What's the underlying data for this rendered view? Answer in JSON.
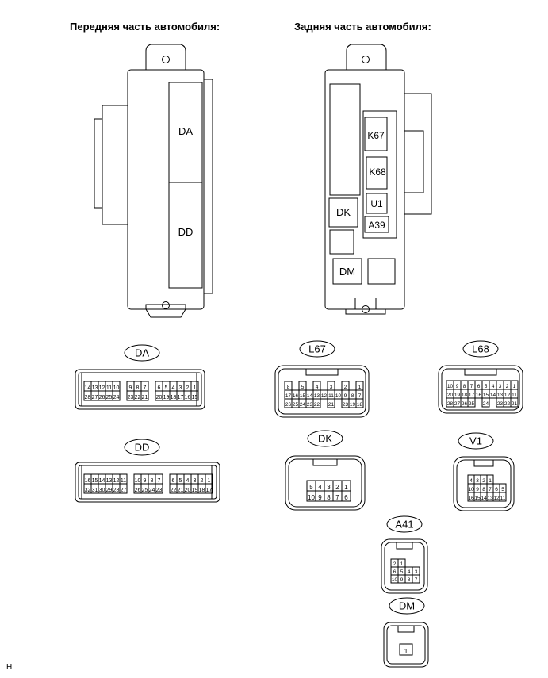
{
  "headings": {
    "front": "Передняя часть автомобиля:",
    "rear": "Задняя часть автомобиля:"
  },
  "front_block": {
    "sockets": [
      "DA",
      "DD"
    ]
  },
  "rear_block": {
    "sockets": [
      "K67",
      "K68",
      "U1",
      "A39",
      "DK",
      "DM"
    ]
  },
  "connectors": [
    {
      "id": "DA",
      "label": "DA",
      "rows": [
        [
          "14",
          "13",
          "12",
          "11",
          "10",
          "",
          "9",
          "8",
          "7",
          "",
          "6",
          "5",
          "4",
          "3",
          "2",
          "1"
        ],
        [
          "28",
          "27",
          "26",
          "25",
          "24",
          "",
          "23",
          "22",
          "21",
          "",
          "20",
          "19",
          "18",
          "17",
          "16",
          "15"
        ]
      ]
    },
    {
      "id": "DD",
      "label": "DD",
      "rows": [
        [
          "16",
          "15",
          "14",
          "13",
          "12",
          "11",
          "",
          "10",
          "9",
          "8",
          "7",
          "",
          "6",
          "5",
          "4",
          "3",
          "2",
          "1"
        ],
        [
          "32",
          "31",
          "30",
          "29",
          "28",
          "27",
          "",
          "26",
          "25",
          "24",
          "23",
          "",
          "22",
          "21",
          "20",
          "19",
          "18",
          "17"
        ]
      ]
    },
    {
      "id": "L67",
      "label": "L67",
      "rows": [
        [
          "8",
          "",
          "5",
          "",
          "4",
          "",
          "3",
          "",
          "2",
          "",
          "1"
        ],
        [
          "17",
          "16",
          "15",
          "14",
          "13",
          "12",
          "11",
          "10",
          "9",
          "8",
          "7"
        ],
        [
          "26",
          "25",
          "24",
          "23",
          "22",
          "",
          "21",
          "",
          "23",
          "19",
          "18"
        ]
      ]
    },
    {
      "id": "L68",
      "label": "L68",
      "rows": [
        [
          "10",
          "9",
          "8",
          "7",
          "6",
          "5",
          "4",
          "3",
          "2",
          "1"
        ],
        [
          "20",
          "19",
          "18",
          "17",
          "16",
          "15",
          "14",
          "13",
          "12",
          "11"
        ],
        [
          "28",
          "27",
          "26",
          "25",
          "",
          "24",
          "",
          "23",
          "22",
          "21"
        ]
      ]
    },
    {
      "id": "DK",
      "label": "DK",
      "rows": [
        [
          "5",
          "4",
          "3",
          "2",
          "1"
        ],
        [
          "10",
          "9",
          "8",
          "7",
          "6"
        ]
      ]
    },
    {
      "id": "V1",
      "label": "V1",
      "rows": [
        [
          "4",
          "3",
          "2",
          "1"
        ],
        [
          "10",
          "9",
          "8",
          "7",
          "6",
          "5"
        ],
        [
          "16",
          "15",
          "14",
          "13",
          "12",
          "11"
        ]
      ]
    },
    {
      "id": "A41",
      "label": "A41",
      "rows": [
        [
          "2",
          "1"
        ],
        [
          "6",
          "5",
          "4",
          "3"
        ],
        [
          "10",
          "9",
          "8",
          "7"
        ]
      ]
    },
    {
      "id": "DM",
      "label": "DM",
      "rows": [
        [
          "1"
        ]
      ]
    }
  ],
  "footer_mark": "H"
}
